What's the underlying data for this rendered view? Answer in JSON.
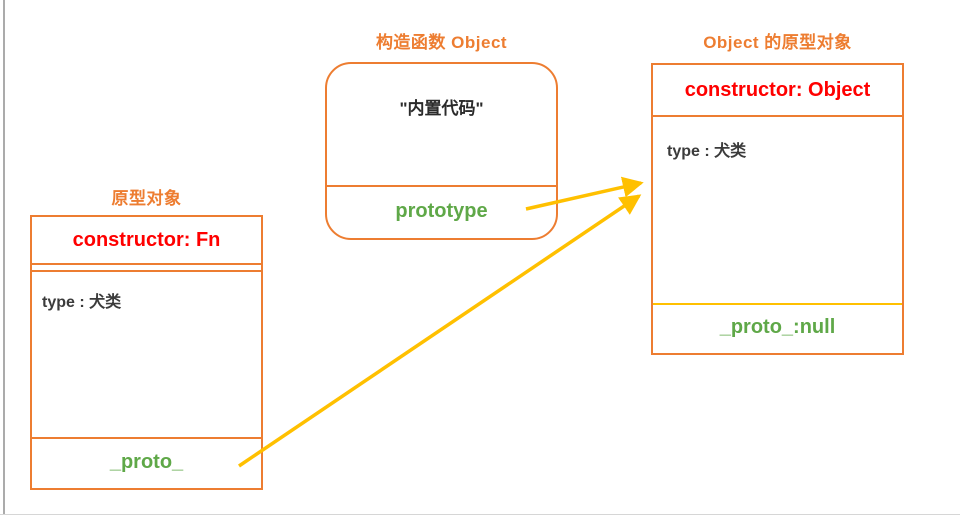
{
  "colors": {
    "orange_accent": "#ED7D31",
    "red_text": "#FF0000",
    "green_text": "#5FA848",
    "gold_arrow": "#FFC000",
    "dark_text": "#3B3B3B",
    "window_border": "#ABABAB"
  },
  "boxes": {
    "left": {
      "title": "原型对象",
      "header": "constructor: Fn",
      "body": "type : 犬类",
      "footer": "_proto_"
    },
    "middle": {
      "title": "构造函数 Object",
      "body": "\"内置代码\"",
      "footer": "prototype"
    },
    "right": {
      "title": "Object 的原型对象",
      "header": "constructor: Object",
      "body": "type : 犬类",
      "footer": "_proto_:null"
    }
  },
  "arrows": [
    {
      "name": "prototype-to-object-prototype"
    },
    {
      "name": "proto-to-object-prototype"
    }
  ]
}
